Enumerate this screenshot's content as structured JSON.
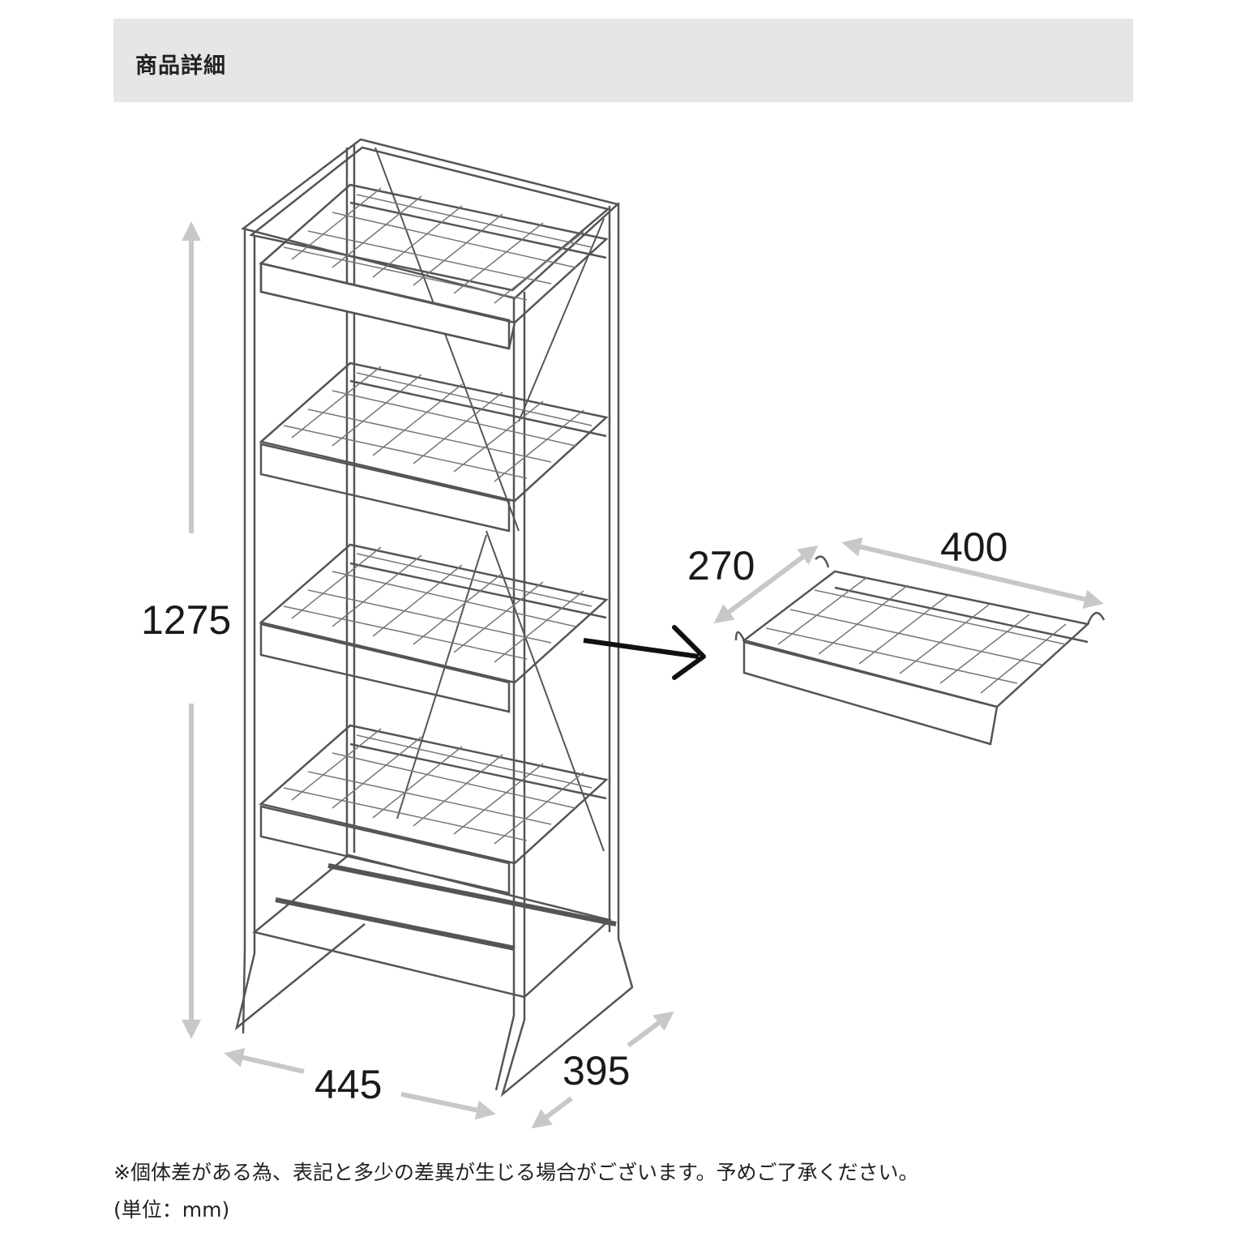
{
  "header": {
    "title": "商品詳細"
  },
  "dimensions": {
    "height": "1275",
    "width": "445",
    "depth": "395",
    "basket_depth": "270",
    "basket_width": "400"
  },
  "notes": {
    "line1": "※個体差がある為、表記と多少の差異が生じる場合がございます。予めご了承ください。",
    "line2": "(単位：mm)"
  },
  "colors": {
    "header_bg": "#e6e6e6",
    "dimension_arrow": "#c8c8c8",
    "line_art": "#555555",
    "pointer_arrow": "#111111"
  }
}
